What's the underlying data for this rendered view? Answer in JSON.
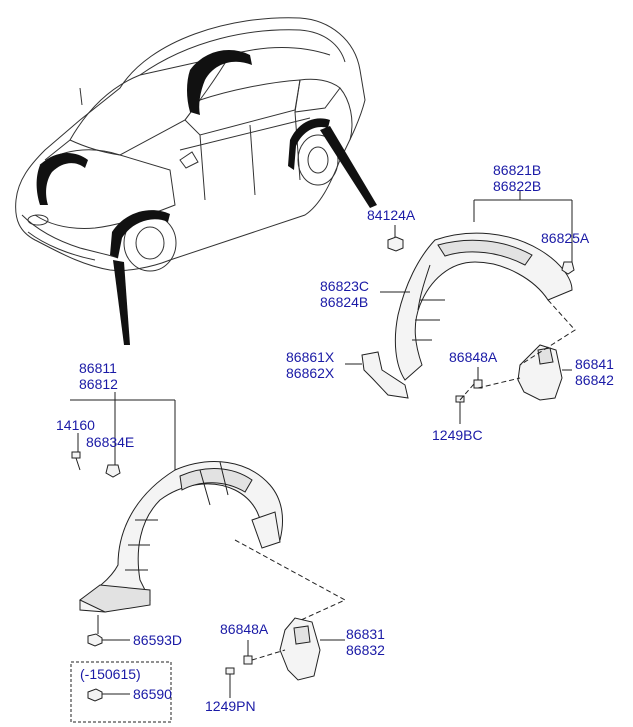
{
  "labels": {
    "l86821B": "86821B",
    "l86822B": "86822B",
    "l84124A": "84124A",
    "l86825A": "86825A",
    "l86823C": "86823C",
    "l86824B": "86824B",
    "l86861X": "86861X",
    "l86862X": "86862X",
    "l86848A_rear": "86848A",
    "l86841": "86841",
    "l86842": "86842",
    "l1249BC": "1249BC",
    "l86811": "86811",
    "l86812": "86812",
    "l14160": "14160",
    "l86834E": "86834E",
    "l86593D": "86593D",
    "l86848A_front": "86848A",
    "l86831": "86831",
    "l86832": "86832",
    "l150615": "(-150615)",
    "l86590": "86590",
    "l1249PN": "1249PN"
  }
}
